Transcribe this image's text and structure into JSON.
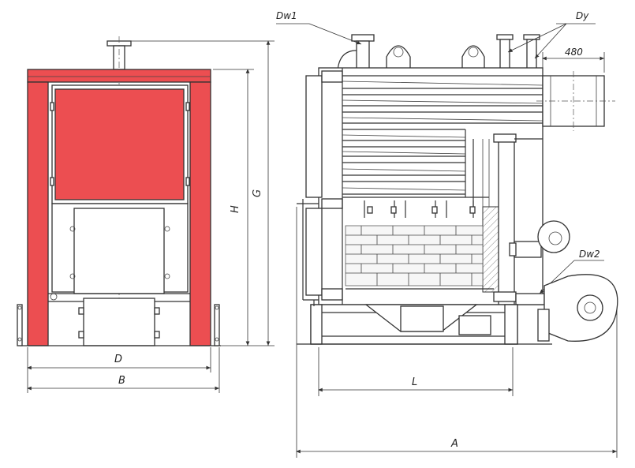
{
  "diagram": {
    "colors": {
      "frame": "#ec4e51",
      "outline": "#333333",
      "background": "#ffffff"
    },
    "front_view": {
      "dimensions": {
        "width_inner": "D",
        "width_outer": "B",
        "height": "H",
        "height_total": "G"
      }
    },
    "side_view": {
      "labels": {
        "water_in": "Dw1",
        "water_out": "Dw2",
        "flue": "Dy",
        "flue_size": "480"
      },
      "dimensions": {
        "length": "L",
        "overall": "A"
      }
    }
  }
}
